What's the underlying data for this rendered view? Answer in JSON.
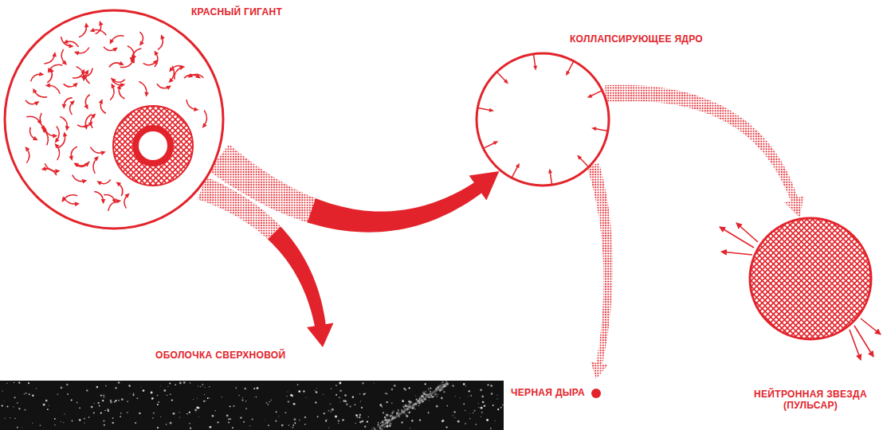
{
  "diagram": {
    "nodes": [
      {
        "text": [
          "КРАСНЫЙ ГИГАНТ"
        ]
      },
      {
        "text": [
          "КОЛЛАПСИРУЮЩЕЕ ЯДРО"
        ]
      },
      {
        "text": [
          "ОБОЛОЧКА СВЕРХНОВОЙ"
        ]
      },
      {
        "text": [
          "ЧЕРНАЯ ДЫРА"
        ]
      },
      {
        "text": [
          "НЕЙТРОННАЯ ЗВЕЗДА (ПУЛЬСАР)"
        ]
      }
    ],
    "edges": [
      {
        "from": 0,
        "to": 1,
        "arrow": "to"
      },
      {
        "from": 0,
        "to": 2,
        "arrow": "to"
      },
      {
        "from": 1,
        "to": 3,
        "arrow": "to"
      },
      {
        "from": 1,
        "to": 4,
        "arrow": "to"
      }
    ]
  }
}
